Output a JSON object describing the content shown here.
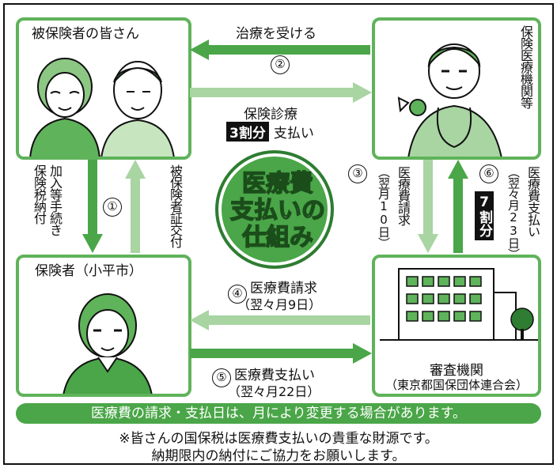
{
  "insured": {
    "title": "被保険者の皆さん"
  },
  "medical": {
    "title": "保険医療機関等"
  },
  "insurer": {
    "title": "保険者（小平市）"
  },
  "review": {
    "title": "審査機関",
    "subtitle": "（東京都国保団体連合会）"
  },
  "center_title": [
    "医療費",
    "支払いの",
    "仕組み"
  ],
  "flows": {
    "treatment": "治療を受ける",
    "step2_num": "②",
    "insured_care": "保険診療",
    "share3": "3割分",
    "pay": "支払い",
    "step1_num": "①",
    "join": "加入等手続き",
    "tax": "保険税納付",
    "card": "被保険者証交付",
    "step3_num": "③",
    "claim_v": "医療費請求",
    "claim_v_date": "（翌月10日）",
    "step6_num": "⑥",
    "pay_v": "医療費支払い",
    "pay_v_date": "（翌々月23日）",
    "share7": "7割分",
    "step4_num": "④",
    "claim_h": "医療費請求",
    "claim_h_date": "（翌々月9日）",
    "step5_num": "⑤",
    "pay_h": "医療費支払い",
    "pay_h_date": "（翌々月22日）"
  },
  "banner": "医療費の請求・支払日は、月により変更する場合があります。",
  "note": [
    "※皆さんの国保税は医療費支払いの貴重な財源です。",
    "納期限内の納付にご協力をお願いします。"
  ],
  "colors": {
    "accent": "#4aa648",
    "light": "#a8d5a2",
    "border": "#5fb35a"
  }
}
